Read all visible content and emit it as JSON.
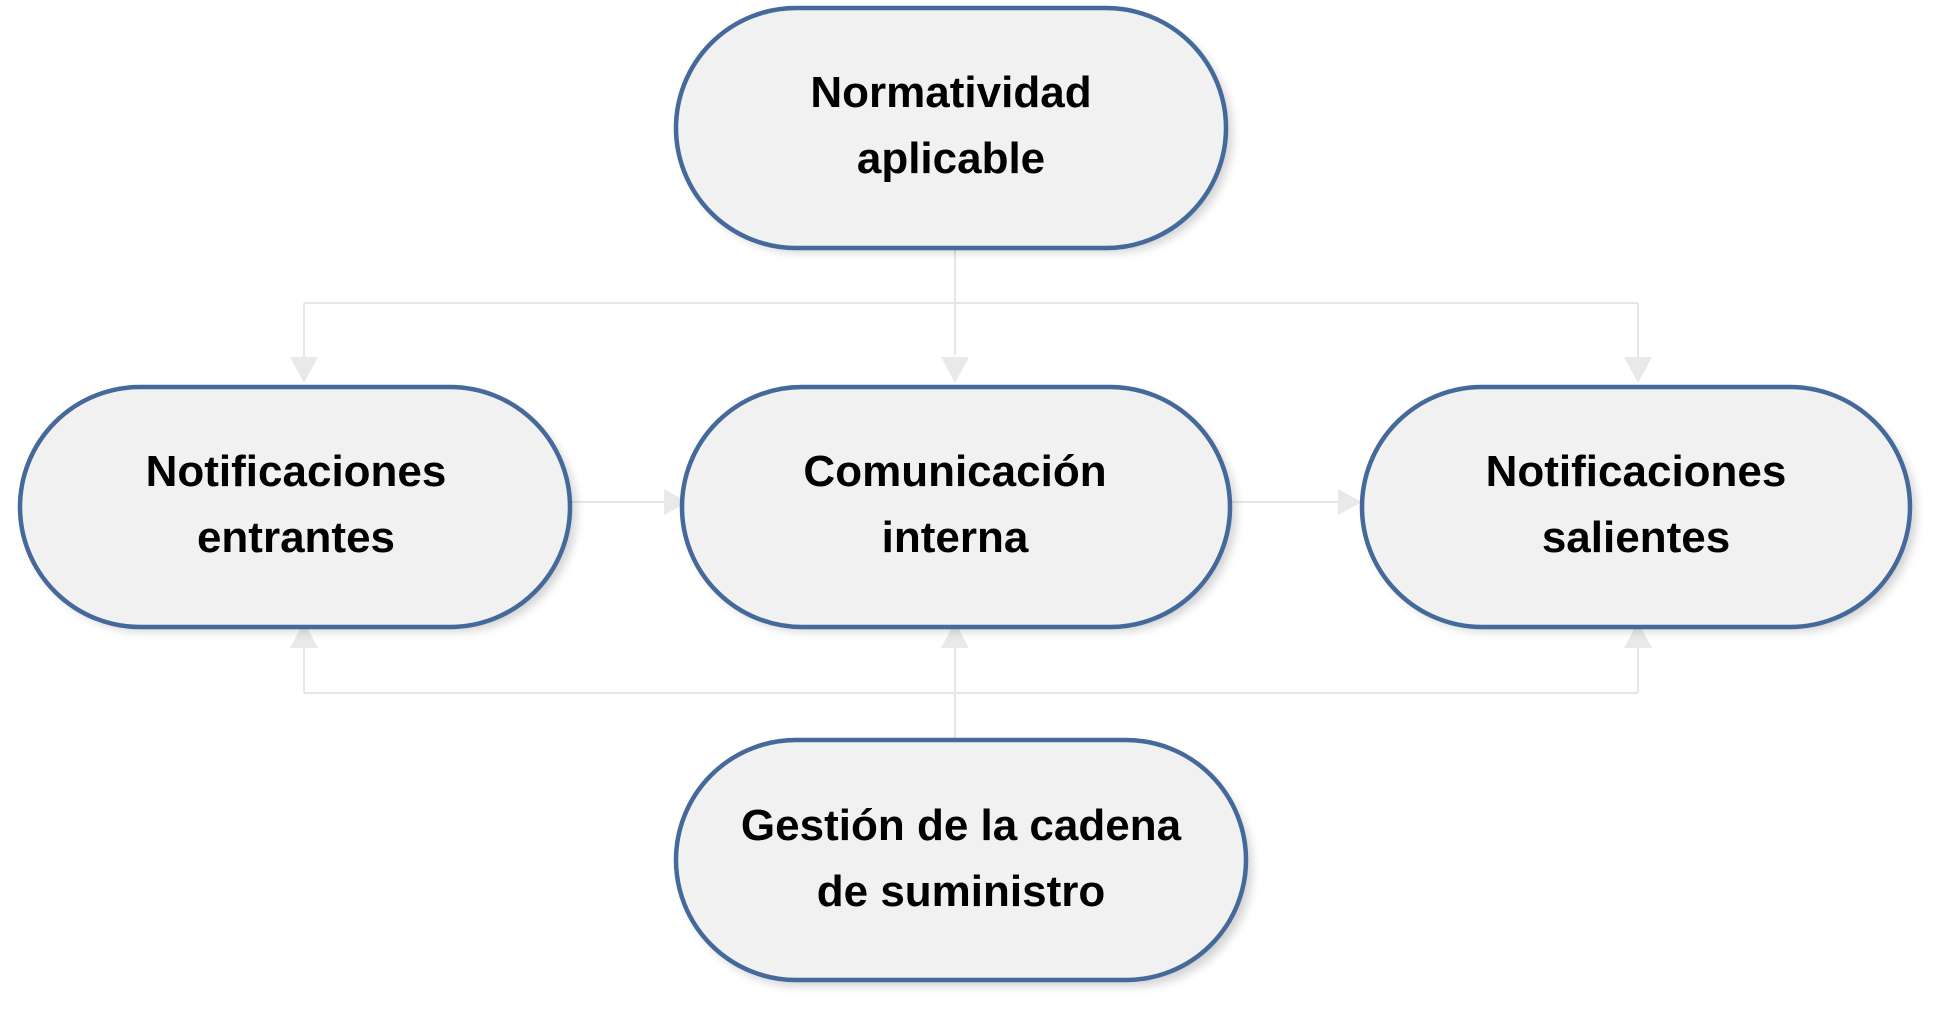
{
  "nodes": {
    "normatividad": {
      "line1": "Normatividad",
      "line2": "aplicable"
    },
    "entrantes": {
      "line1": "Notificaciones",
      "line2": "entrantes"
    },
    "interna": {
      "line1": "Comunicación",
      "line2": "interna"
    },
    "salientes": {
      "line1": "Notificaciones",
      "line2": "salientes"
    },
    "cadena": {
      "line1": "Gestión de la cadena",
      "line2": "de suministro"
    }
  },
  "colors": {
    "node_fill": "#f1f1f1",
    "node_border": "#44699a",
    "connector": "#e6e6e6",
    "text": "#000000"
  }
}
